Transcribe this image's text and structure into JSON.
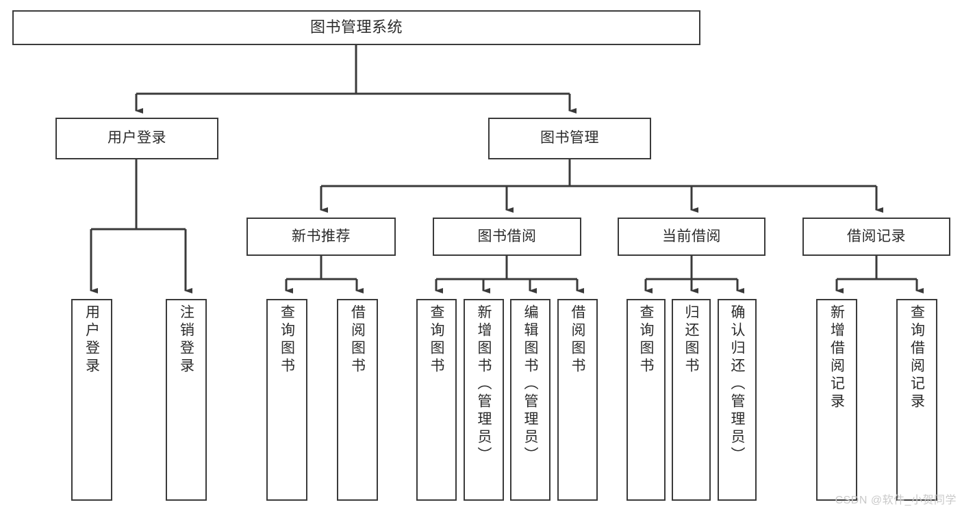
{
  "diagram": {
    "title_node": {
      "id": "root",
      "label": "图书管理系统"
    },
    "level2": [
      {
        "id": "user-login",
        "label": "用户登录"
      },
      {
        "id": "book-manage",
        "label": "图书管理"
      }
    ],
    "level3": [
      {
        "id": "new-book-recommend",
        "label": "新书推荐"
      },
      {
        "id": "book-borrow",
        "label": "图书借阅"
      },
      {
        "id": "current-borrow",
        "label": "当前借阅"
      },
      {
        "id": "borrow-record",
        "label": "借阅记录"
      }
    ],
    "leaves": {
      "user_login": [
        {
          "id": "leaf-user-login",
          "label": "用户登录"
        },
        {
          "id": "leaf-logout-login",
          "label": "注销登录"
        }
      ],
      "new_book_recommend": [
        {
          "id": "leaf-query-book-1",
          "label": "查询图书"
        },
        {
          "id": "leaf-borrow-book-1",
          "label": "借阅图书"
        }
      ],
      "book_borrow": [
        {
          "id": "leaf-query-book-2",
          "label": "查询图书"
        },
        {
          "id": "leaf-add-book-admin",
          "label": "新增图书（管理员）"
        },
        {
          "id": "leaf-edit-book-admin",
          "label": "编辑图书（管理员）"
        },
        {
          "id": "leaf-borrow-book-2",
          "label": "借阅图书"
        }
      ],
      "current_borrow": [
        {
          "id": "leaf-query-book-3",
          "label": "查询图书"
        },
        {
          "id": "leaf-return-book",
          "label": "归还图书"
        },
        {
          "id": "leaf-confirm-return-admin",
          "label": "确认归还（管理员）"
        }
      ],
      "borrow_record": [
        {
          "id": "leaf-add-borrow-record",
          "label": "新增借阅记录"
        },
        {
          "id": "leaf-query-borrow-record",
          "label": "查询借阅记录"
        }
      ]
    }
  },
  "watermark": {
    "text": "CSDN @软件_小贺同学"
  },
  "colors": {
    "stroke": "#3a3a3a",
    "text": "#2b2b2b",
    "background": "#ffffff",
    "watermark": "#c9c9c9"
  }
}
